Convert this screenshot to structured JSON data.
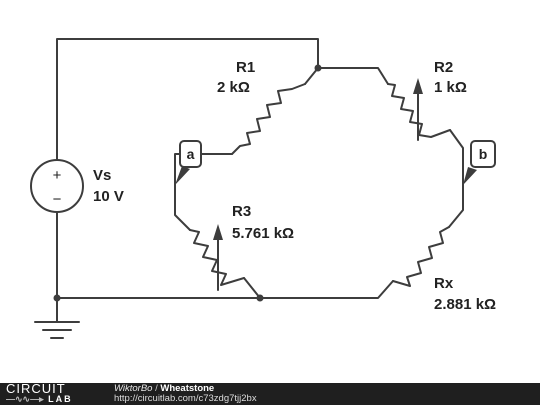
{
  "circuit": {
    "source": {
      "name": "Vs",
      "value": "10 V",
      "plus": "+",
      "minus": "−"
    },
    "r1": {
      "name": "R1",
      "value": "2 kΩ"
    },
    "r2": {
      "name": "R2",
      "value": "1 kΩ"
    },
    "r3": {
      "name": "R3",
      "value": "5.761 kΩ"
    },
    "rx": {
      "name": "Rx",
      "value": "2.881 kΩ"
    },
    "probe_a": "a",
    "probe_b": "b"
  },
  "footer": {
    "logo_top": "CIRCUIT",
    "logo_bottom": "LAB",
    "author": "WiktorBo",
    "separator": "/",
    "title": "Wheatstone",
    "url": "http://circuitlab.com/c73zdg7tjj2bx"
  }
}
